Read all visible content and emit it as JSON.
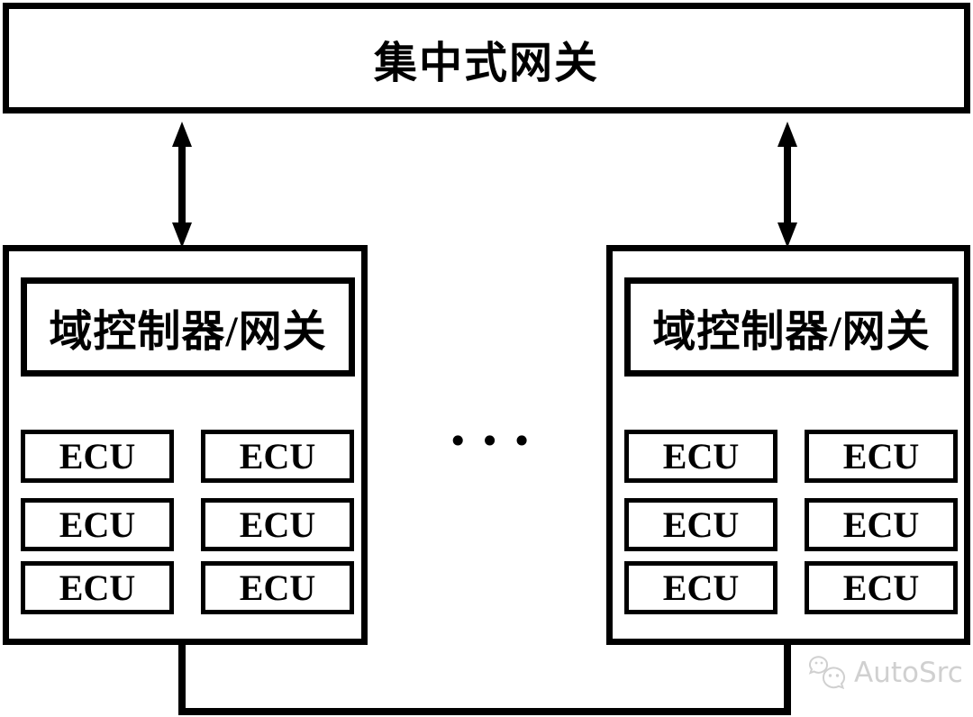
{
  "diagram": {
    "gateway": {
      "label": "集中式网关"
    },
    "domains": [
      {
        "controller": "域控制器/网关",
        "ecus": [
          "ECU",
          "ECU",
          "ECU",
          "ECU",
          "ECU",
          "ECU"
        ]
      },
      {
        "controller": "域控制器/网关",
        "ecus": [
          "ECU",
          "ECU",
          "ECU",
          "ECU",
          "ECU",
          "ECU"
        ]
      }
    ],
    "link_dots": "•••"
  },
  "watermark": {
    "brand": "AutoSrc",
    "icon": "wechat-logo"
  },
  "colors": {
    "line": "#000000",
    "background": "#ffffff",
    "watermark": "#d0d0d0"
  }
}
